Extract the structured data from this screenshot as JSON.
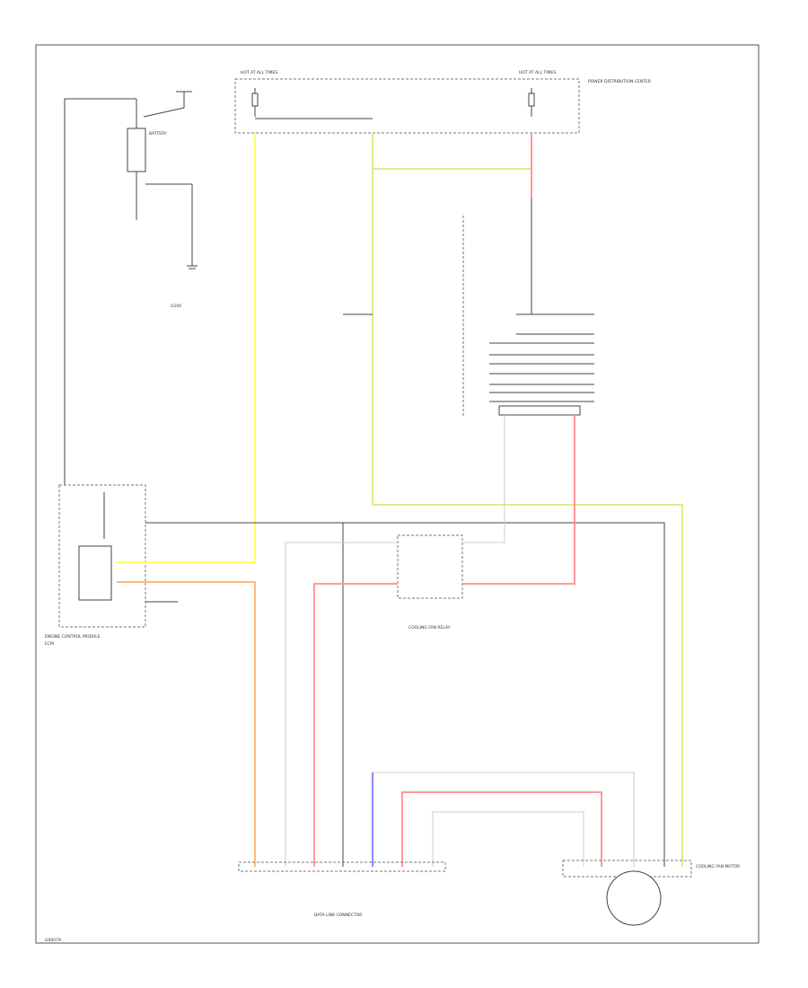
{
  "colors": {
    "frame": "#555555",
    "black": "#333333",
    "yellow": "#ffff66",
    "yellow_green": "#ddee88",
    "pink": "#ff9999",
    "orange": "#ffbb77",
    "blue": "#8888ff",
    "white_wire": "#cccccc"
  },
  "labels": {
    "fuse_box_left": "HOT AT ALL TIMES",
    "fuse_box_right": "HOT AT ALL TIMES",
    "pdc": "POWER DISTRIBUTION CENTER",
    "battery": "BATTERY",
    "ground_mid": "G100",
    "ecm_title": "ENGINE CONTROL MODULE",
    "ecm_sub": "ECM",
    "cooling_relay": "COOLING FAN RELAY",
    "conn_bottom": "DATA LINK CONNECTOR",
    "motor": "COOLING FAN MOTOR",
    "page_ref": "G00079"
  }
}
